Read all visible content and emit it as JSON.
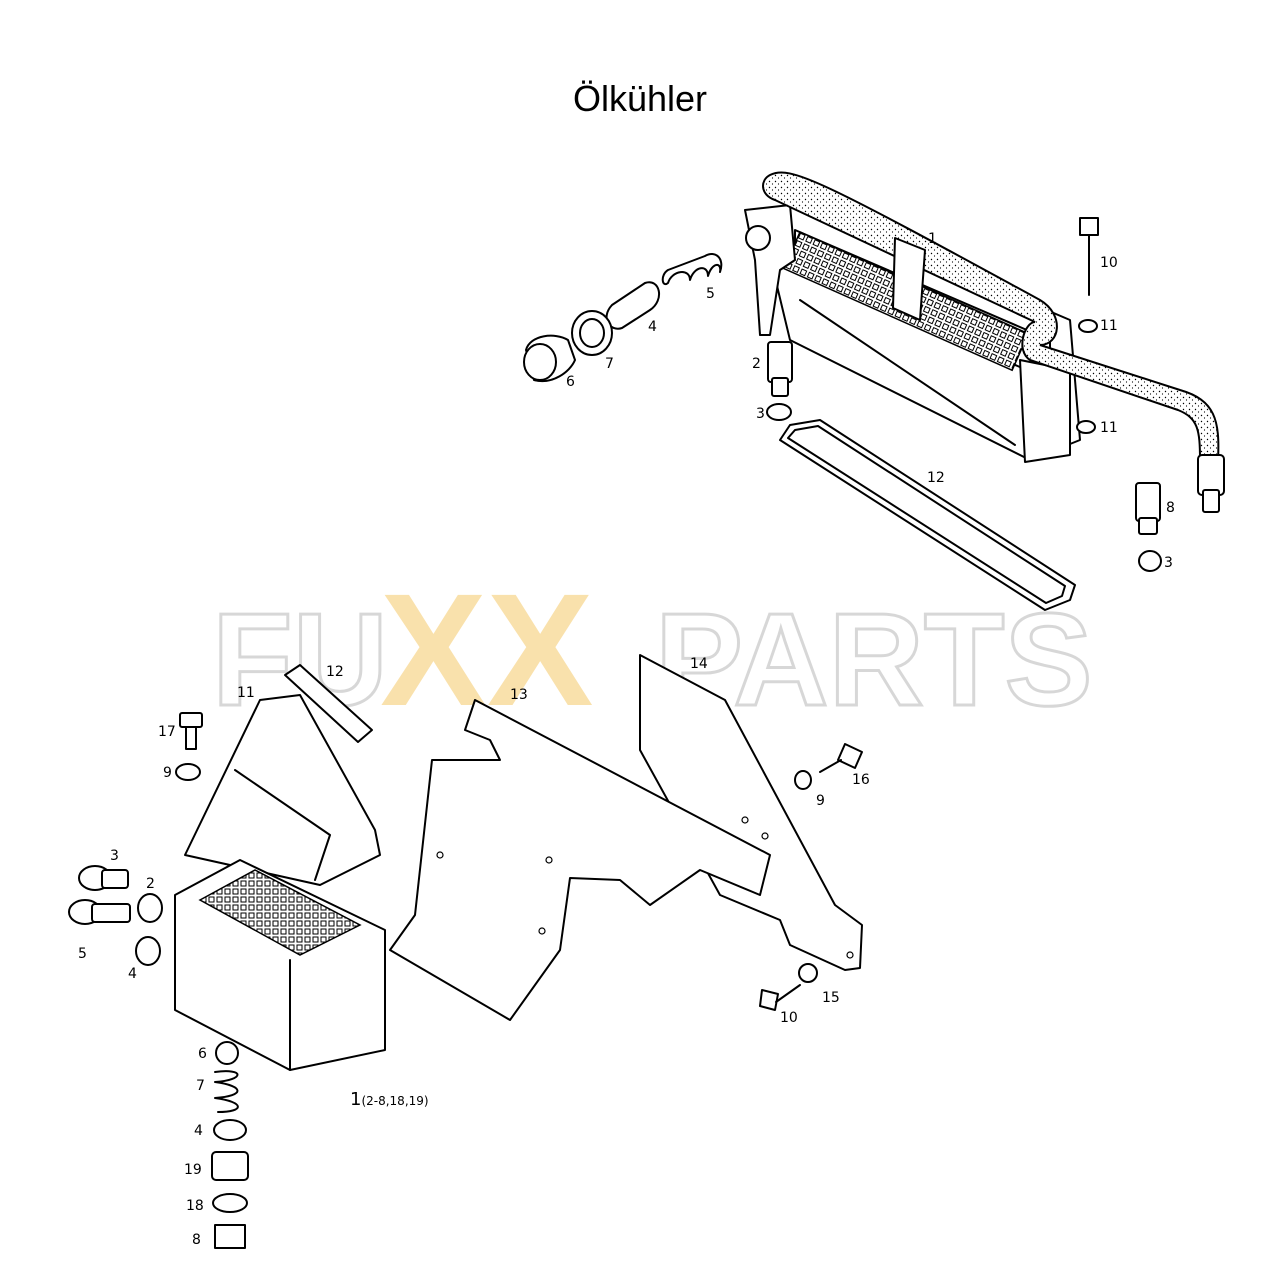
{
  "title": "Ölkühler",
  "watermark": {
    "left": "FU",
    "xx": "XX",
    "right": "PARTS",
    "colors": {
      "outline": "#c8c8c8",
      "accent": "#f5c96a"
    }
  },
  "upper_assembly": {
    "callouts": [
      "1",
      "10",
      "11",
      "5",
      "4",
      "7",
      "6",
      "2",
      "3",
      "11",
      "12",
      "8",
      "3"
    ]
  },
  "lower_assembly": {
    "callouts": [
      "14",
      "12",
      "11",
      "13",
      "17",
      "9",
      "16",
      "9",
      "3",
      "2",
      "5",
      "4",
      "15",
      "10",
      "6",
      "7",
      "4",
      "19",
      "18",
      "8"
    ],
    "main_label": "1",
    "main_label_sub": "(2-8,18,19)"
  }
}
